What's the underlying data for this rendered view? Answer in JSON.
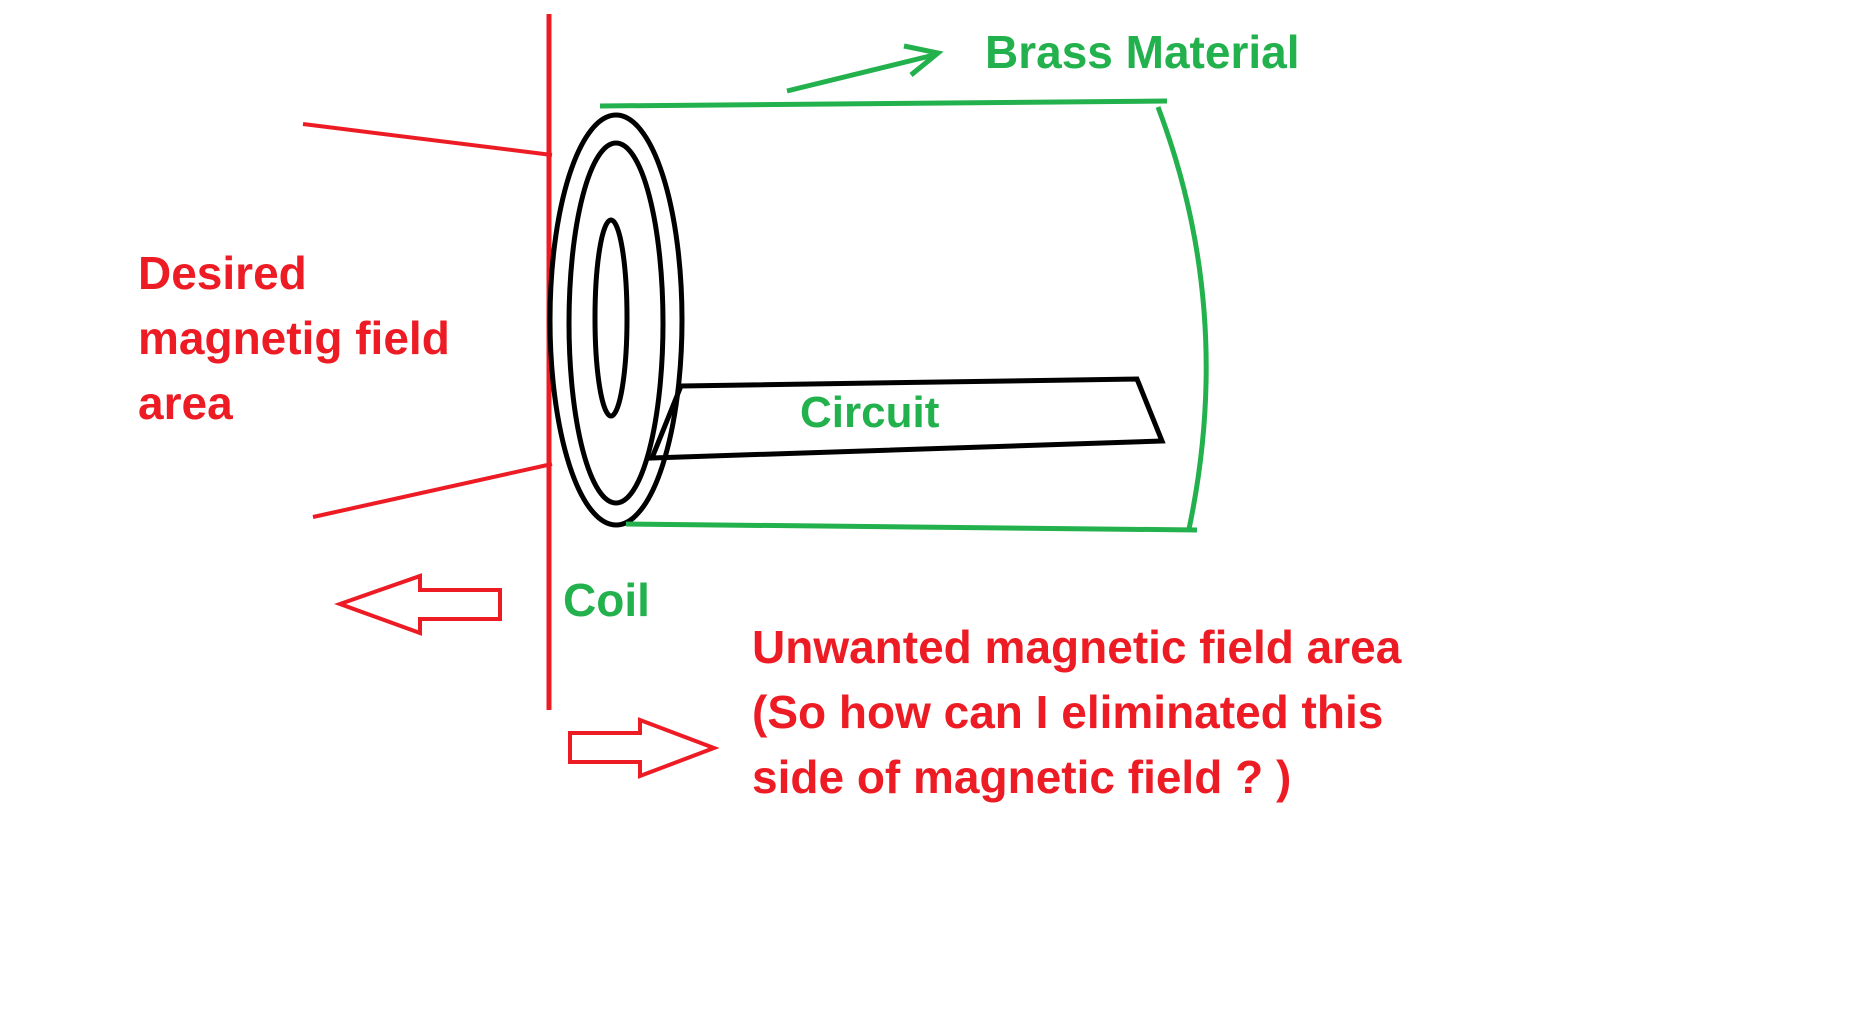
{
  "diagram": {
    "labels": {
      "desired_line1": "Desired",
      "desired_line2": "magnetig field",
      "desired_line3": "area",
      "brass_material": "Brass Material",
      "circuit": "Circuit",
      "coil": "Coil",
      "unwanted_line1": "Unwanted magnetic field area",
      "unwanted_line2": "(So how can I eliminated this",
      "unwanted_line3": "side of magnetic field ? )"
    },
    "colors": {
      "red": "#ED1C24",
      "green": "#22B14C",
      "black": "#000000",
      "background": "#FFFFFF"
    }
  }
}
